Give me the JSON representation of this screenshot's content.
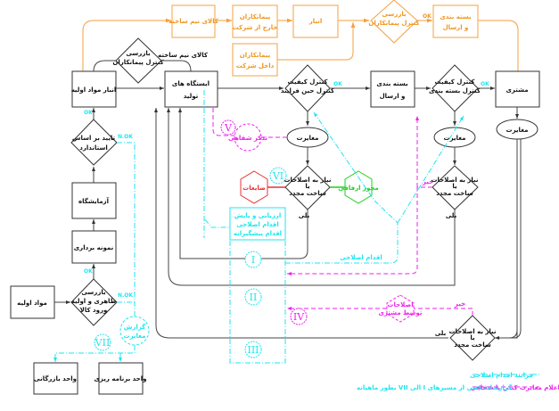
{
  "diagram": {
    "orange_flow": {
      "semi_finished_goods": "کالای نیم ساخته",
      "external_contractors": [
        "پیمانکاران",
        "خارج از شرکت"
      ],
      "internal_contractors": [
        "پیمانکاران",
        "داخل شرکت"
      ],
      "warehouse": "انبار",
      "contractor_inspection": [
        "بازرسی",
        "کنترل پیمانکاران"
      ],
      "ok": "OK",
      "packaging_shipping": [
        "بسته بندی",
        "و ارسال"
      ]
    },
    "main_flow": {
      "raw_material_warehouse": "انبار مواد اولیه",
      "contractor_control": [
        "بازرسی",
        "کنترل پیمانکاران"
      ],
      "semi_finished_label": "کالای نیم ساخته",
      "production_stations": [
        "ایستگاه های",
        "تولید"
      ],
      "in_process_qc": [
        "کنترل کیفیت",
        "کنترل حین فرایند"
      ],
      "ok1": "OK",
      "packaging_shipping": [
        "بسته بندی",
        "و ارسال"
      ],
      "packaging_qc": [
        "کنترل کیفیت",
        "کنترل بسته بندی"
      ],
      "ok2": "OK",
      "customer": "مشتری"
    },
    "left_flow": {
      "ok_top": "OK",
      "standard_approval": [
        "تایید بر اساس",
        "استاندارد"
      ],
      "nok1": "N.OK",
      "laboratory": "آزمایشگاه",
      "sampling": "نمونه برداری",
      "ok_mid": "OK",
      "raw_materials": "مواد اولیه",
      "visual_inspection": [
        "بازرسی",
        "ظاهری و اولیه",
        "ورود کالا"
      ],
      "nok2": "N.OK",
      "nonconformity_report": [
        "گزارش",
        "مغایرت"
      ],
      "commercial_unit": "واحد بازرگانی",
      "planning_unit": "واحد برنامه ریزی"
    },
    "nonconformity": {
      "label": "مغایرت",
      "verbal_notice": "تذکر شفاهی",
      "rework_decision": [
        "نیاز به اصلاحات",
        "یا",
        "ساخت مجدد"
      ],
      "waste": "ضایعات",
      "deviation_permit": "مجوز ارفاقی",
      "yes": "بلی",
      "no": "خیر",
      "corrective_action": "اقدام اصلاحی",
      "customer_corrections": [
        "اصلاحات",
        "توسط مشتری"
      ]
    },
    "evaluation_box": [
      "ارزیابی و پایش",
      "اقدام اصلاحی",
      "اقدام پیشگیرانه"
    ],
    "roman_labels": [
      "I",
      "II",
      "III",
      "IV",
      "V",
      "VI",
      "VII"
    ],
    "legend": {
      "cyan_line": "فرایند اقدام اصلاحی",
      "magenta_line": "اعلام مغایرت کتبی یا شفاهی",
      "monthly_report": "گزارشات کتبی از مسیرهای I الی VII بطور ماهیانه"
    },
    "colors": {
      "orange": "#f5a040",
      "cyan": "#22e4f0",
      "magenta": "#ee22ee",
      "red": "#e83232",
      "green": "#22cc22"
    }
  }
}
